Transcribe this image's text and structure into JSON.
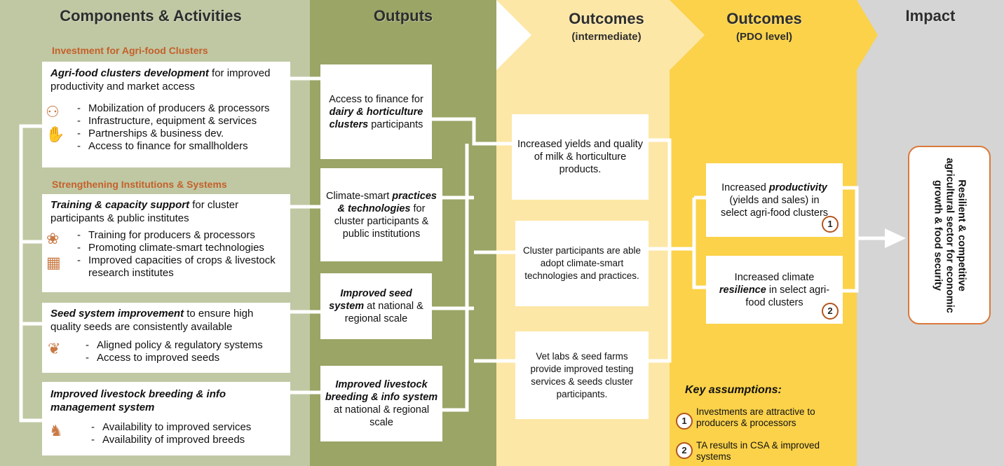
{
  "columns": [
    {
      "title": "Components & Activities",
      "subtitle": ""
    },
    {
      "title": "Outputs",
      "subtitle": ""
    },
    {
      "title": "Outcomes",
      "subtitle": "(intermediate)"
    },
    {
      "title": "Outcomes",
      "subtitle": "(PDO level)"
    },
    {
      "title": "Impact",
      "subtitle": ""
    }
  ],
  "colors": {
    "components_bg": "#bfc8a3",
    "outputs_bg": "#9aa566",
    "intermediate_bg": "#fde7a6",
    "pdo_bg": "#fbd24a",
    "impact_bg": "#d5d5d5",
    "section_heading": "#c5602a",
    "accent_orange": "#d9793b"
  },
  "components": {
    "investment_heading": "Investment for Agri-food Clusters",
    "institutions_heading": "Strengthening Institutions & Systems",
    "cards": [
      {
        "title_bold": "Agri-food clusters development",
        "title_rest": " for improved productivity and market access",
        "icons": [
          "people-meeting-icon",
          "money-hand-icon"
        ],
        "bullets": [
          "Mobilization of producers & processors",
          "Infrastructure, equipment & services",
          "Partnerships & business dev.",
          "Access to finance for smallholders"
        ]
      },
      {
        "title_bold": "Training & capacity support",
        "title_rest": " for cluster participants & public institutes",
        "icons": [
          "leaf-gear-icon",
          "classroom-icon"
        ],
        "bullets": [
          "Training for producers & processors",
          "Promoting climate-smart technologies",
          "Improved capacities of crops & livestock research institutes"
        ]
      },
      {
        "title_bold": "Seed system improvement",
        "title_rest": " to ensure high quality seeds are consistently available",
        "icons": [
          "seed-sprout-icon"
        ],
        "bullets": [
          "Aligned policy & regulatory systems",
          "Access to improved seeds"
        ]
      },
      {
        "title_bold": "Improved livestock breeding & info management system",
        "title_rest": "",
        "icons": [
          "livestock-icon"
        ],
        "bullets": [
          "Availability to improved services",
          "Availability of improved breeds"
        ]
      }
    ]
  },
  "outputs": [
    {
      "pre": "Access to finance for ",
      "bold": "dairy & horticulture clusters",
      "post": " participants"
    },
    {
      "pre": "Climate-smart ",
      "bold": "practices & technologies",
      "post": " for cluster participants & public institutions"
    },
    {
      "pre": "",
      "bold": "Improved seed system",
      "post": " at national & regional scale"
    },
    {
      "pre": "",
      "bold": "Improved livestock breeding & info system",
      "post": " at national & regional scale"
    }
  ],
  "intermediate": [
    "Increased yields and quality of milk & horticulture products.",
    "Cluster participants are able adopt climate-smart technologies and practices.",
    "Vet labs & seed farms provide improved testing services & seeds cluster participants."
  ],
  "pdo": [
    {
      "pre": "Increased ",
      "bold": "productivity",
      "post": " (yields and sales) in select agri-food clusters",
      "badge": "1"
    },
    {
      "pre": "Increased climate ",
      "bold": "resilience",
      "post": " in select agri-food clusters",
      "badge": "2"
    }
  ],
  "assumptions": {
    "title": "Key assumptions:",
    "items": [
      {
        "num": "1",
        "text": "Investments are attractive to producers & processors"
      },
      {
        "num": "2",
        "text": "TA results in CSA & improved systems"
      }
    ]
  },
  "impact": {
    "text": "Resilient & competitive agricultural sector for economic growth & food security"
  }
}
